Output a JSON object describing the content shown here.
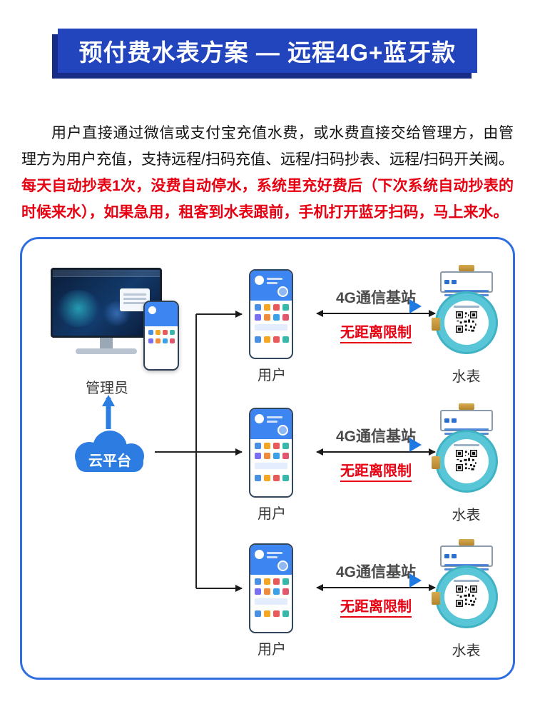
{
  "banner": {
    "title": "预付费水表方案 — 远程4G+蓝牙款"
  },
  "intro": {
    "black_text": "用户直接通过微信或支付宝充值水费，或水费直接交给管理方，由管理方为用户充值，支持远程/扫码充值、远程/扫码抄表、远程/扫码开关阀。",
    "red_text": "每天自动抄表1次，没费自动停水，系统里充好费后（下次系统自动抄表的时候来水），如果急用，租客到水表跟前，手机打开蓝牙扫码，马上来水。"
  },
  "diagram": {
    "admin_label": "管理员",
    "cloud_label": "云平台",
    "rows": [
      {
        "user_label": "用户",
        "station_label": "4G通信基站",
        "limit_label": "无距离限制",
        "meter_label": "水表"
      },
      {
        "user_label": "用户",
        "station_label": "4G通信基站",
        "limit_label": "无距离限制",
        "meter_label": "水表"
      },
      {
        "user_label": "用户",
        "station_label": "4G通信基站",
        "limit_label": "无距离限制",
        "meter_label": "水表"
      }
    ]
  },
  "icons": {
    "cloud": "css-svg-cloud-shape",
    "monitor": "css-monitor-shape",
    "phone": "css-phone-shape",
    "water_meter": "css-circle-meter",
    "qr_code": "svg-square-pattern",
    "up_arrow": "svg-blue-arrow",
    "double_arrow": "svg-black-double-arrow",
    "right_arrow": "css-blue-triangle"
  },
  "colors": {
    "banner_blue": "#2244bd",
    "banner_shadow": "#182c86",
    "panel_border_blue": "#2e6ee0",
    "accent_red": "#e60012",
    "cloud_blue": "#2c7ce2",
    "phone_header_blue": "#3d85f0",
    "meter_teal": "#58c6d6",
    "arrow_blue": "#2b7de0"
  }
}
